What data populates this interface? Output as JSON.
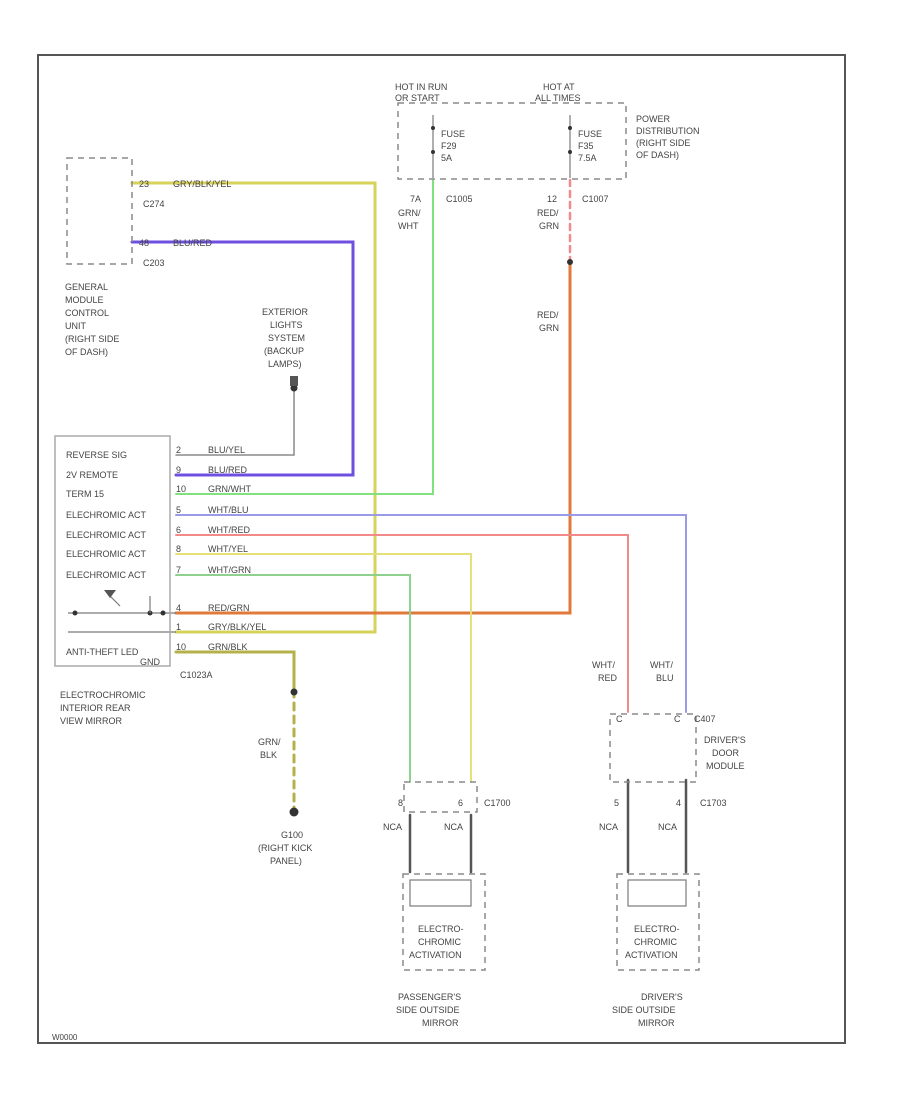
{
  "colors": {
    "yellow": "#d6d25a",
    "blue": "#6f4fe0",
    "green": "#7fe27f",
    "lightblue": "#9a9ae6",
    "red": "#f28a8a",
    "orange": "#e07a3a",
    "pale_yellow": "#e6e07a",
    "pale_green": "#8fd08f",
    "olive": "#b5b04a",
    "gray": "#8a8a8a",
    "dark": "#555555"
  },
  "pdb": {
    "hot1": [
      "HOT IN RUN",
      "OR START"
    ],
    "hot2": [
      "HOT AT",
      "ALL TIMES"
    ],
    "fuse1": [
      "FUSE",
      "F29",
      "5A"
    ],
    "fuse2": [
      "FUSE",
      "F35",
      "7.5A"
    ],
    "name": [
      "POWER",
      "DISTRIBUTION",
      "(RIGHT SIDE",
      "OF DASH)"
    ],
    "pin1": "7A",
    "pin1_wire": [
      "GRN/",
      "WHT"
    ],
    "conn1": "C1005",
    "pin2": "12",
    "pin2_wire": [
      "RED/",
      "GRN"
    ],
    "conn2": "C1007",
    "wire_label": [
      "RED/",
      "GRN"
    ]
  },
  "gem": {
    "pin1": "23",
    "wire1": "GRY/BLK/YEL",
    "conn1": "C274",
    "pin2": "48",
    "wire2": "BLU/RED",
    "conn2": "C203",
    "name": [
      "GENERAL",
      "MODULE",
      "CONTROL",
      "UNIT",
      "(RIGHT SIDE",
      "OF DASH)"
    ]
  },
  "ext": {
    "name": [
      "EXTERIOR",
      "LIGHTS",
      "SYSTEM",
      "(BACKUP",
      "LAMPS)"
    ]
  },
  "mirror": {
    "rows": [
      {
        "label": "REVERSE SIG",
        "pin": "2",
        "wire": "BLU/YEL"
      },
      {
        "label": "2V REMOTE",
        "pin": "9",
        "wire": "BLU/RED"
      },
      {
        "label": "TERM 15",
        "pin": "10",
        "wire": "GRN/WHT"
      },
      {
        "label": "ELECHROMIC ACT",
        "pin": "5",
        "wire": "WHT/BLU"
      },
      {
        "label": "ELECHROMIC ACT",
        "pin": "6",
        "wire": "WHT/RED"
      },
      {
        "label": "ELECHROMIC ACT",
        "pin": "8",
        "wire": "WHT/YEL"
      },
      {
        "label": "ELECHROMIC ACT",
        "pin": "7",
        "wire": "WHT/GRN"
      },
      {
        "label": "",
        "pin": "4",
        "wire": "RED/GRN"
      },
      {
        "label": "",
        "pin": "1",
        "wire": "GRY/BLK/YEL"
      },
      {
        "label": "ANTI-THEFT LED",
        "pin": "10",
        "wire": "GRN/BLK"
      }
    ],
    "gnd_label": "GND",
    "conn": "C1023A",
    "name": [
      "ELECTROCHROMIC",
      "INTERIOR REAR",
      "VIEW MIRROR"
    ]
  },
  "ground": {
    "wire": [
      "GRN/",
      "BLK"
    ],
    "id": "G100",
    "loc": [
      "(RIGHT KICK",
      "PANEL)"
    ]
  },
  "pass": {
    "pin_l": "8",
    "pin_r": "6",
    "conn": "C1700",
    "nca_l": "NCA",
    "nca_r": "NCA",
    "inner": [
      "ELECTRO-",
      "CHROMIC",
      "ACTIVATION"
    ],
    "name": [
      "PASSENGER'S",
      "SIDE OUTSIDE",
      "MIRROR"
    ]
  },
  "drv": {
    "wire_l": [
      "WHT/",
      "RED"
    ],
    "wire_r": [
      "WHT/",
      "BLU"
    ],
    "conn_top": "C407",
    "module": [
      "DRIVER'S",
      "DOOR",
      "MODULE"
    ],
    "pin_l": "5",
    "pin_r": "4",
    "conn": "C1703",
    "nca_l": "NCA",
    "nca_r": "NCA",
    "inner": [
      "ELECTRO-",
      "CHROMIC",
      "ACTIVATION"
    ],
    "name": [
      "DRIVER'S",
      "SIDE OUTSIDE",
      "MIRROR"
    ]
  },
  "footer_id": "W0000"
}
